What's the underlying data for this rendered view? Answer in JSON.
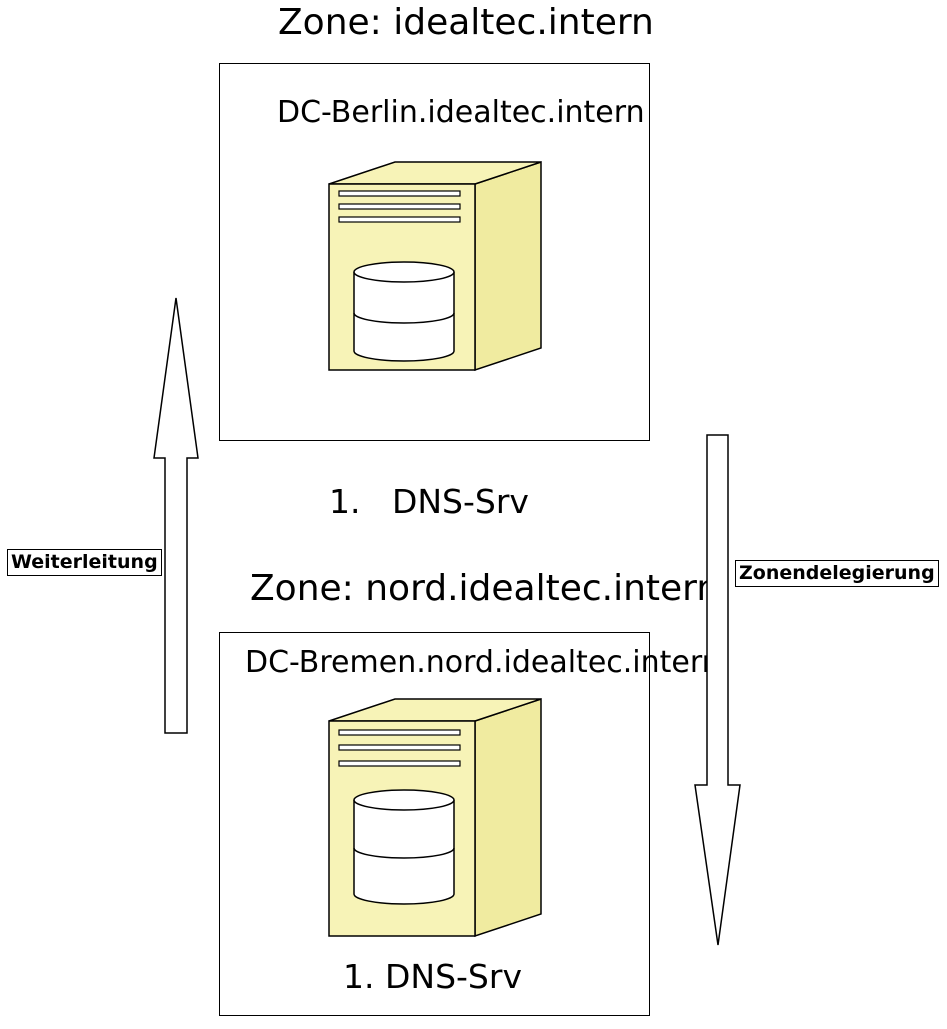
{
  "zones": [
    {
      "title": "Zone: idealtec.intern",
      "host": "DC-Berlin.idealtec.intern",
      "server_label": "1.   DNS-Srv"
    },
    {
      "title": "Zone: nord.idealtec.intern",
      "host": "DC-Bremen.nord.idealtec.intern",
      "server_label": "1. DNS-Srv"
    }
  ],
  "arrows": {
    "up_label": "Weiterleitung",
    "down_label": "Zonendelegierung"
  },
  "colors": {
    "server_fill": "#f7f3b7",
    "server_side": "#f0eba0",
    "outline": "#000000"
  },
  "icons": {
    "server": "server-tower-icon",
    "database": "database-cylinder-icon"
  }
}
